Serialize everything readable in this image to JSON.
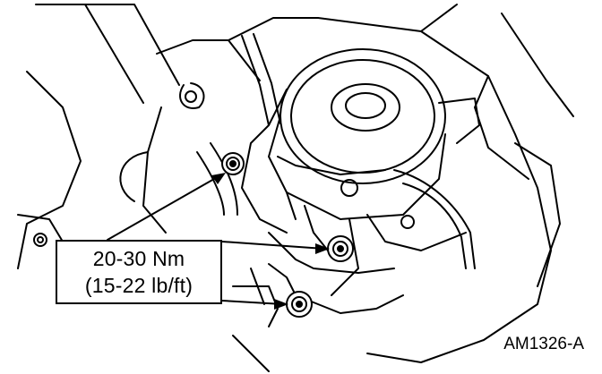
{
  "callout": {
    "line1": "20-30 Nm",
    "line2": "(15-22 lb/ft)"
  },
  "figure_id": "AM1326-A",
  "fasteners": [
    "bolt-upper",
    "bolt-middle",
    "bolt-lower"
  ],
  "colors": {
    "line": "#000000",
    "background": "#ffffff"
  }
}
